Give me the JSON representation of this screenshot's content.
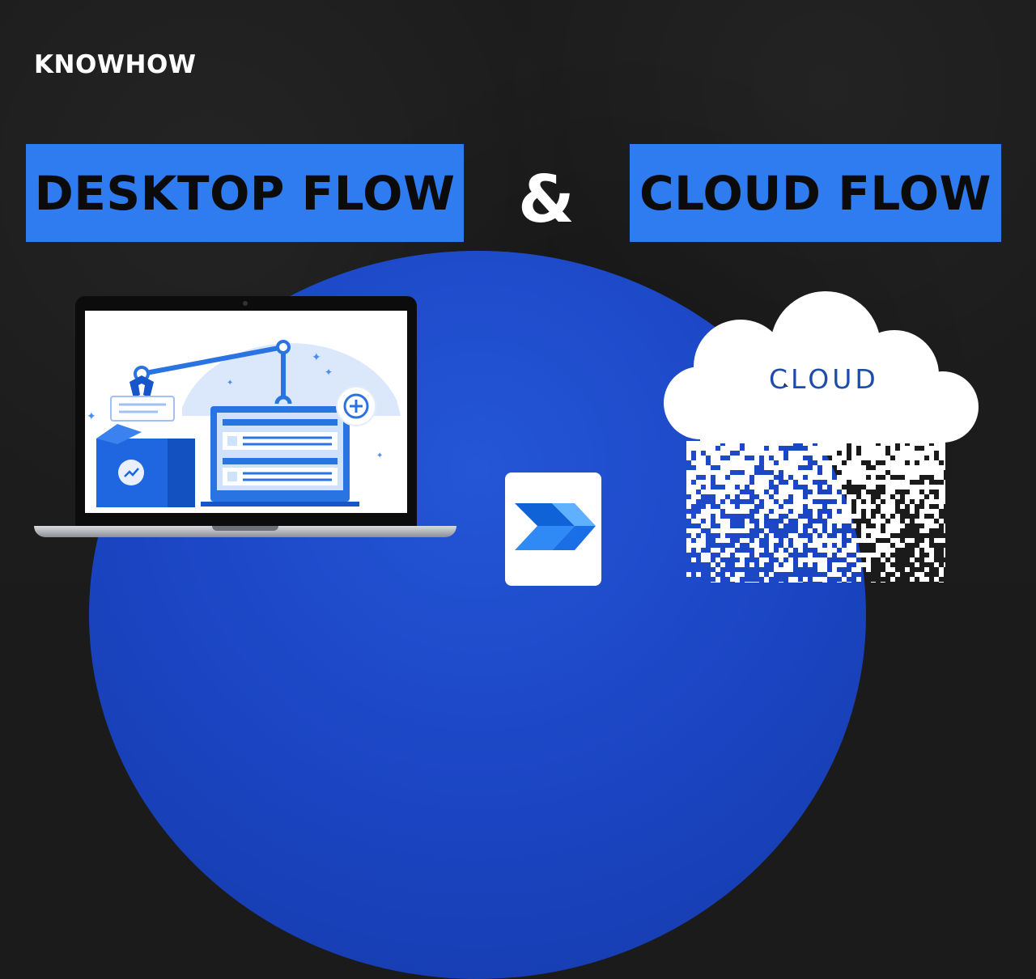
{
  "brand": {
    "name": "KNOWHOW"
  },
  "titles": {
    "left": "DESKTOP FLOW",
    "ampersand": "&",
    "right": "CLOUD FLOW"
  },
  "cloud": {
    "label": "CLOUD"
  },
  "icons": {
    "laptop": "laptop-illustration-icon",
    "cloud": "cloud-icon",
    "app": "power-automate-icon"
  },
  "colors": {
    "background": "#1b1b1b",
    "title_box": "#2f7cf0",
    "blue_circle": "#1a44c2",
    "cloud_text": "#1d4ea7"
  }
}
